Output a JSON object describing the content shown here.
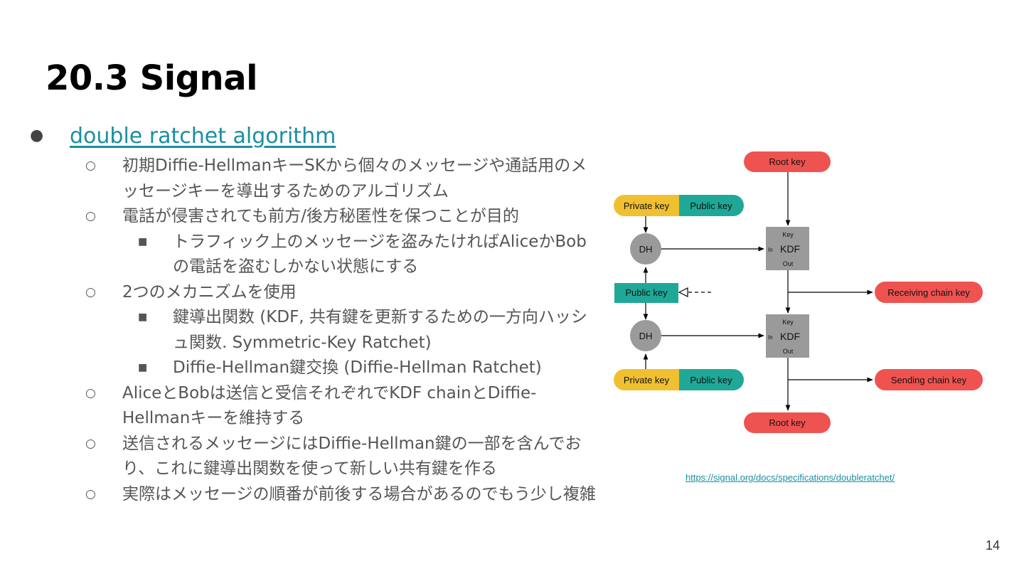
{
  "slide": {
    "title": "20.3 Signal",
    "page_number": "14",
    "source_link": "https://signal.org/docs/specifications/doubleratchet/"
  },
  "bullets": {
    "top_link": "double ratchet algorithm",
    "markers": {
      "level1": "●",
      "level2": "○",
      "level3": "■"
    },
    "items": [
      {
        "text": "初期Diffie-HellmanキーSKから個々のメッセージや通話用のメッセージキーを導出するためのアルゴリズム",
        "level": 2
      },
      {
        "text": "電話が侵害されても前方/後方秘匿性を保つことが目的",
        "level": 2
      },
      {
        "text": "トラフィック上のメッセージを盗みたければAliceかBobの電話を盗むしかない状態にする",
        "level": 3
      },
      {
        "text": "2つのメカニズムを使用",
        "level": 2
      },
      {
        "text": "鍵導出関数 (KDF, 共有鍵を更新するための一方向ハッシュ関数. Symmetric-Key Ratchet)",
        "level": 3
      },
      {
        "text": "Diffie-Hellman鍵交換 (Diffie-Hellman Ratchet)",
        "level": 3
      },
      {
        "text": "AliceとBobは送信と受信それぞれでKDF chainとDiffie-Hellmanキーを維持する",
        "level": 2
      },
      {
        "text": "送信されるメッセージにはDiffie-Hellman鍵の一部を含んでおり、これに鍵導出関数を使って新しい共有鍵を作る",
        "level": 2
      },
      {
        "text": "実際はメッセージの順番が前後する場合があるのでもう少し複雑",
        "level": 2
      }
    ]
  },
  "diagram": {
    "root_key_top": "Root key",
    "root_key_bottom": "Root key",
    "private_key_1": "Private key",
    "public_key_1": "Public key",
    "dh_1": "DH",
    "public_key_mid": "Public key",
    "dh_2": "DH",
    "private_key_2": "Private key",
    "public_key_2": "Public key",
    "kdf_1": {
      "key": "Key",
      "in": "In",
      "label": "KDF",
      "out": "Out"
    },
    "kdf_2": {
      "key": "Key",
      "in": "In",
      "label": "KDF",
      "out": "Out"
    },
    "receiving_chain_key": "Receiving chain key",
    "sending_chain_key": "Sending chain key",
    "colors": {
      "red": "#ef5350",
      "yellow": "#f0c030",
      "teal": "#1fa897",
      "gray": "#9a9a9a"
    }
  }
}
